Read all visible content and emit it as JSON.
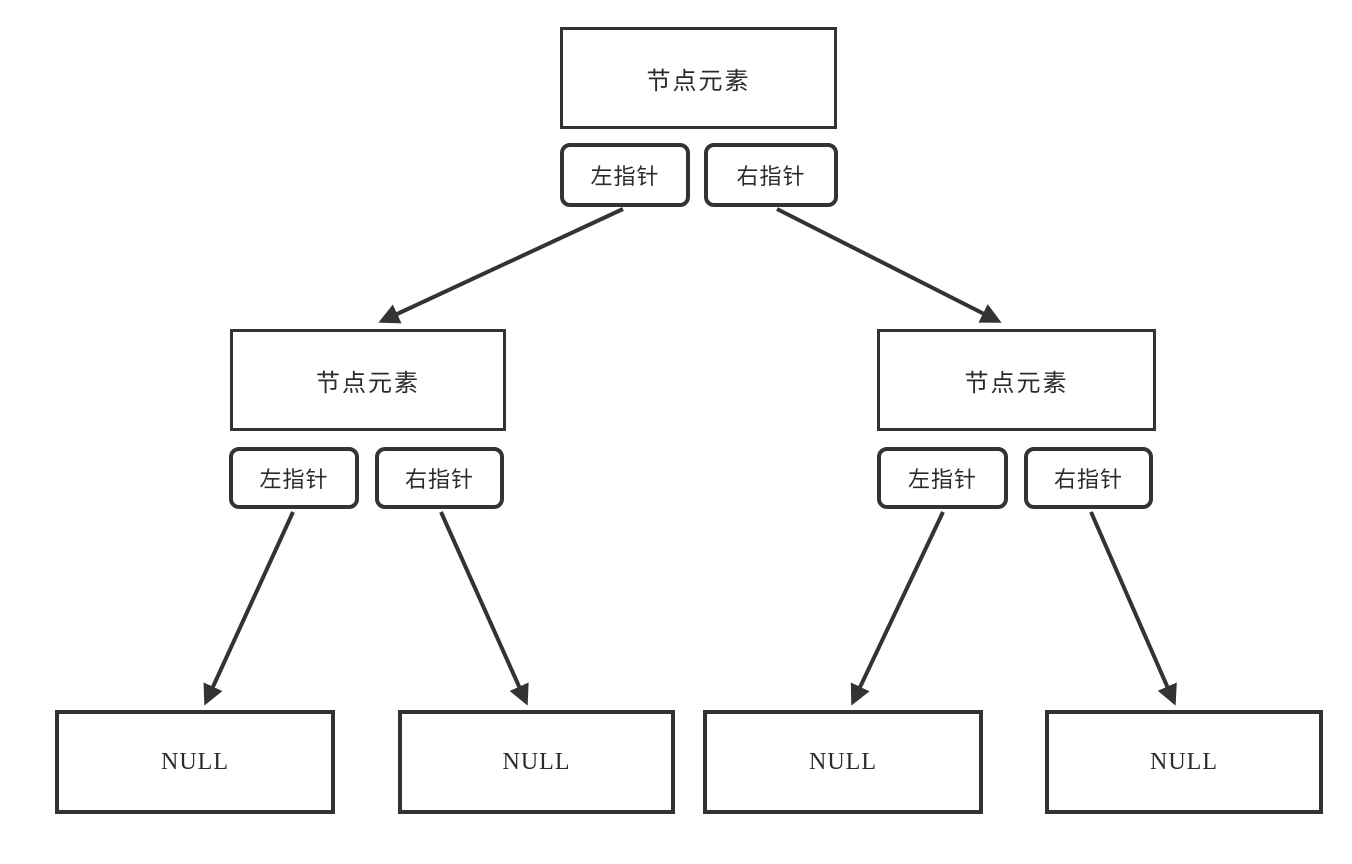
{
  "diagram_title": "binary-tree-node-structure",
  "tree": {
    "root": {
      "element": "节点元素",
      "left_pointer": "左指针",
      "right_pointer": "右指针"
    },
    "left_child": {
      "element": "节点元素",
      "left_pointer": "左指针",
      "right_pointer": "右指针"
    },
    "right_child": {
      "element": "节点元素",
      "left_pointer": "左指针",
      "right_pointer": "右指针"
    },
    "leaves": [
      {
        "label": "NULL"
      },
      {
        "label": "NULL"
      },
      {
        "label": "NULL"
      },
      {
        "label": "NULL"
      }
    ]
  },
  "colors": {
    "stroke": "#333333",
    "box_fill": "#ffffff",
    "page_background": "#ffffff",
    "text": "#2b2b2b"
  }
}
